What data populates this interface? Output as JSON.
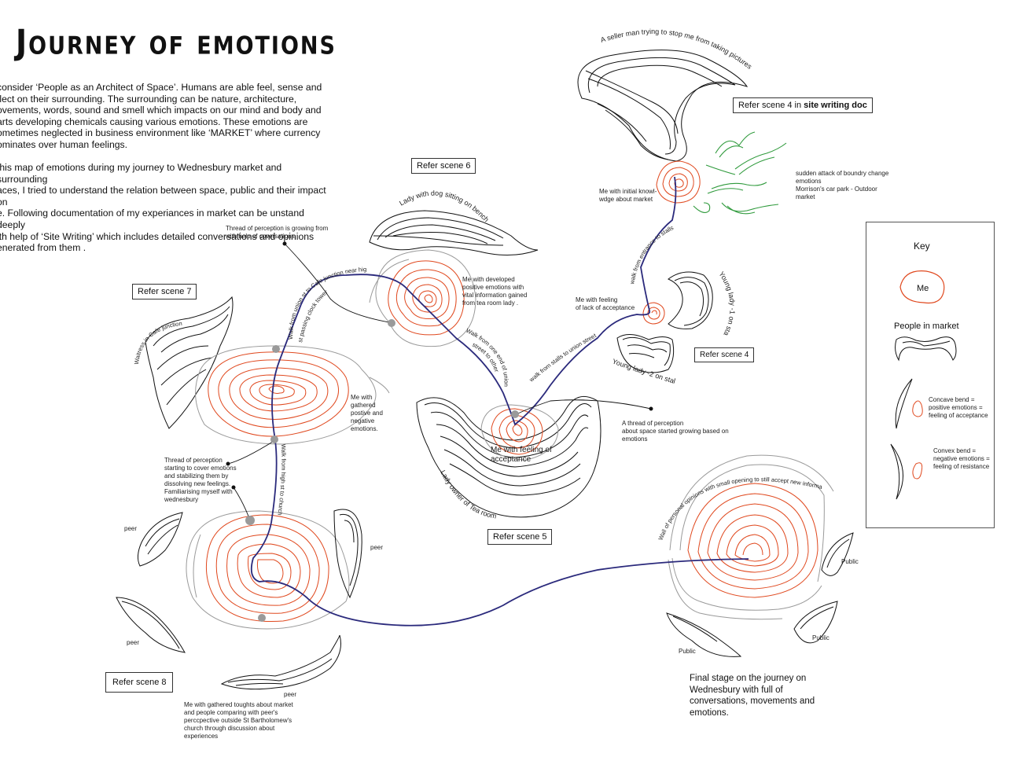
{
  "title": "Journey of emotions",
  "intro": {
    "p1": "consider ‘People as an Architect of Space’. Humans are able feel, sense and\nflect on their surrounding. The surrounding can be nature, architecture,\novements, words, sound and smell which impacts on our mind and body and\narts developing chemicals causing various emotions. These emotions are\nometimes neglected in business environment like ‘MARKET’ where currency\nominates over human feelings.",
    "p2": " this map of emotions during my journey to Wednesbury market and surrounding\naces, I tried to understand the relation between space, public and their impact on\ne. Following documentation of my experiances in market can be unstand deeply\nith help of ‘Site Writing’ which includes detailed conversations and opinions\nenerated from them ."
  },
  "scene_refs": {
    "s4a_prefix": "Refer scene 4 in ",
    "s4a_bold": "site writing doc",
    "s6": "Refer scene 6",
    "s7": "Refer scene  7",
    "s4": "Refer scene 4",
    "s5": "Refer scene 5",
    "s8": "Refer scene 8"
  },
  "curved_labels": {
    "seller": "A seller man trying to stop me from taking pictures",
    "lady_dog": "Lady with dog sitting on bench",
    "waitress": "Waitress in Cafe junction",
    "walk_union": "Walk from union st to Cafe junction near high",
    "walk_union2": "st passing clock tower",
    "walk_one_end": "Walk from one end of union",
    "walk_one_end2": "street to other",
    "walk_stalls": "walk from stalls to union street",
    "walk_entrance": "walk from entrance to stalls",
    "young1": "Young lady -1 on stall",
    "young2": "Young lady -2 on stall",
    "lady_tea": "Lady owner of Tea room",
    "walk_high": "Walk from high st to church",
    "wall": "Wall of personal opinions with small opening to still accept new informations"
  },
  "notes": {
    "thread_growing": "Thread of perception is growing from\nwith help of coversations",
    "me_developed": "Me with developed\npositive emotions with\nvital information gained\nfrom tea room lady .",
    "me_initial": "Me with initial knowl-\nwdge about market",
    "sudden_attack": "sudden attack of boundry change\nemotions\nMorrison's car park - Outdoor\nmarket",
    "me_lack": "Me with feeling\nof lack of acceptance",
    "me_gathered": "Me with\ngathered\npostive and\nnegative\nemotions.",
    "thread_cover": "Thread of perception\nstarting to cover emotions\nand stabilizing them by\ndissolving new feelings.\nFamiliarising myself with\nwednesbury",
    "me_acceptance": "Me with feeling of\nacceptance",
    "thread_space": "A thread of perception\n about space started growing based on\nemotions",
    "me_toughts": "Me with gathered toughts about market\nand people comparing with peer's\nperccpective outside St Bartholomew's\nchurch through discussion about\nexperiences",
    "peer1": "peer",
    "peer2": "peer",
    "peer3": "peer",
    "peer4": "peer",
    "public1": "Public",
    "public2": "Public",
    "public3": "Public",
    "final": "Final stage on the journey on Wednesbury with full of conversations, movements and emotions."
  },
  "key": {
    "title": "Key",
    "me": "Me",
    "people": "People in market",
    "concave": "Concave bend =\npositive emotions =\nfeeling of acceptance",
    "convex": "Convex bend =\nnegative emotions =\nfeeling of resistance"
  },
  "colors": {
    "emotion": "#e0491f",
    "path": "#2b2a7c",
    "people": "#111111",
    "grey": "#9a9a9a",
    "green": "#2f9a3c"
  }
}
